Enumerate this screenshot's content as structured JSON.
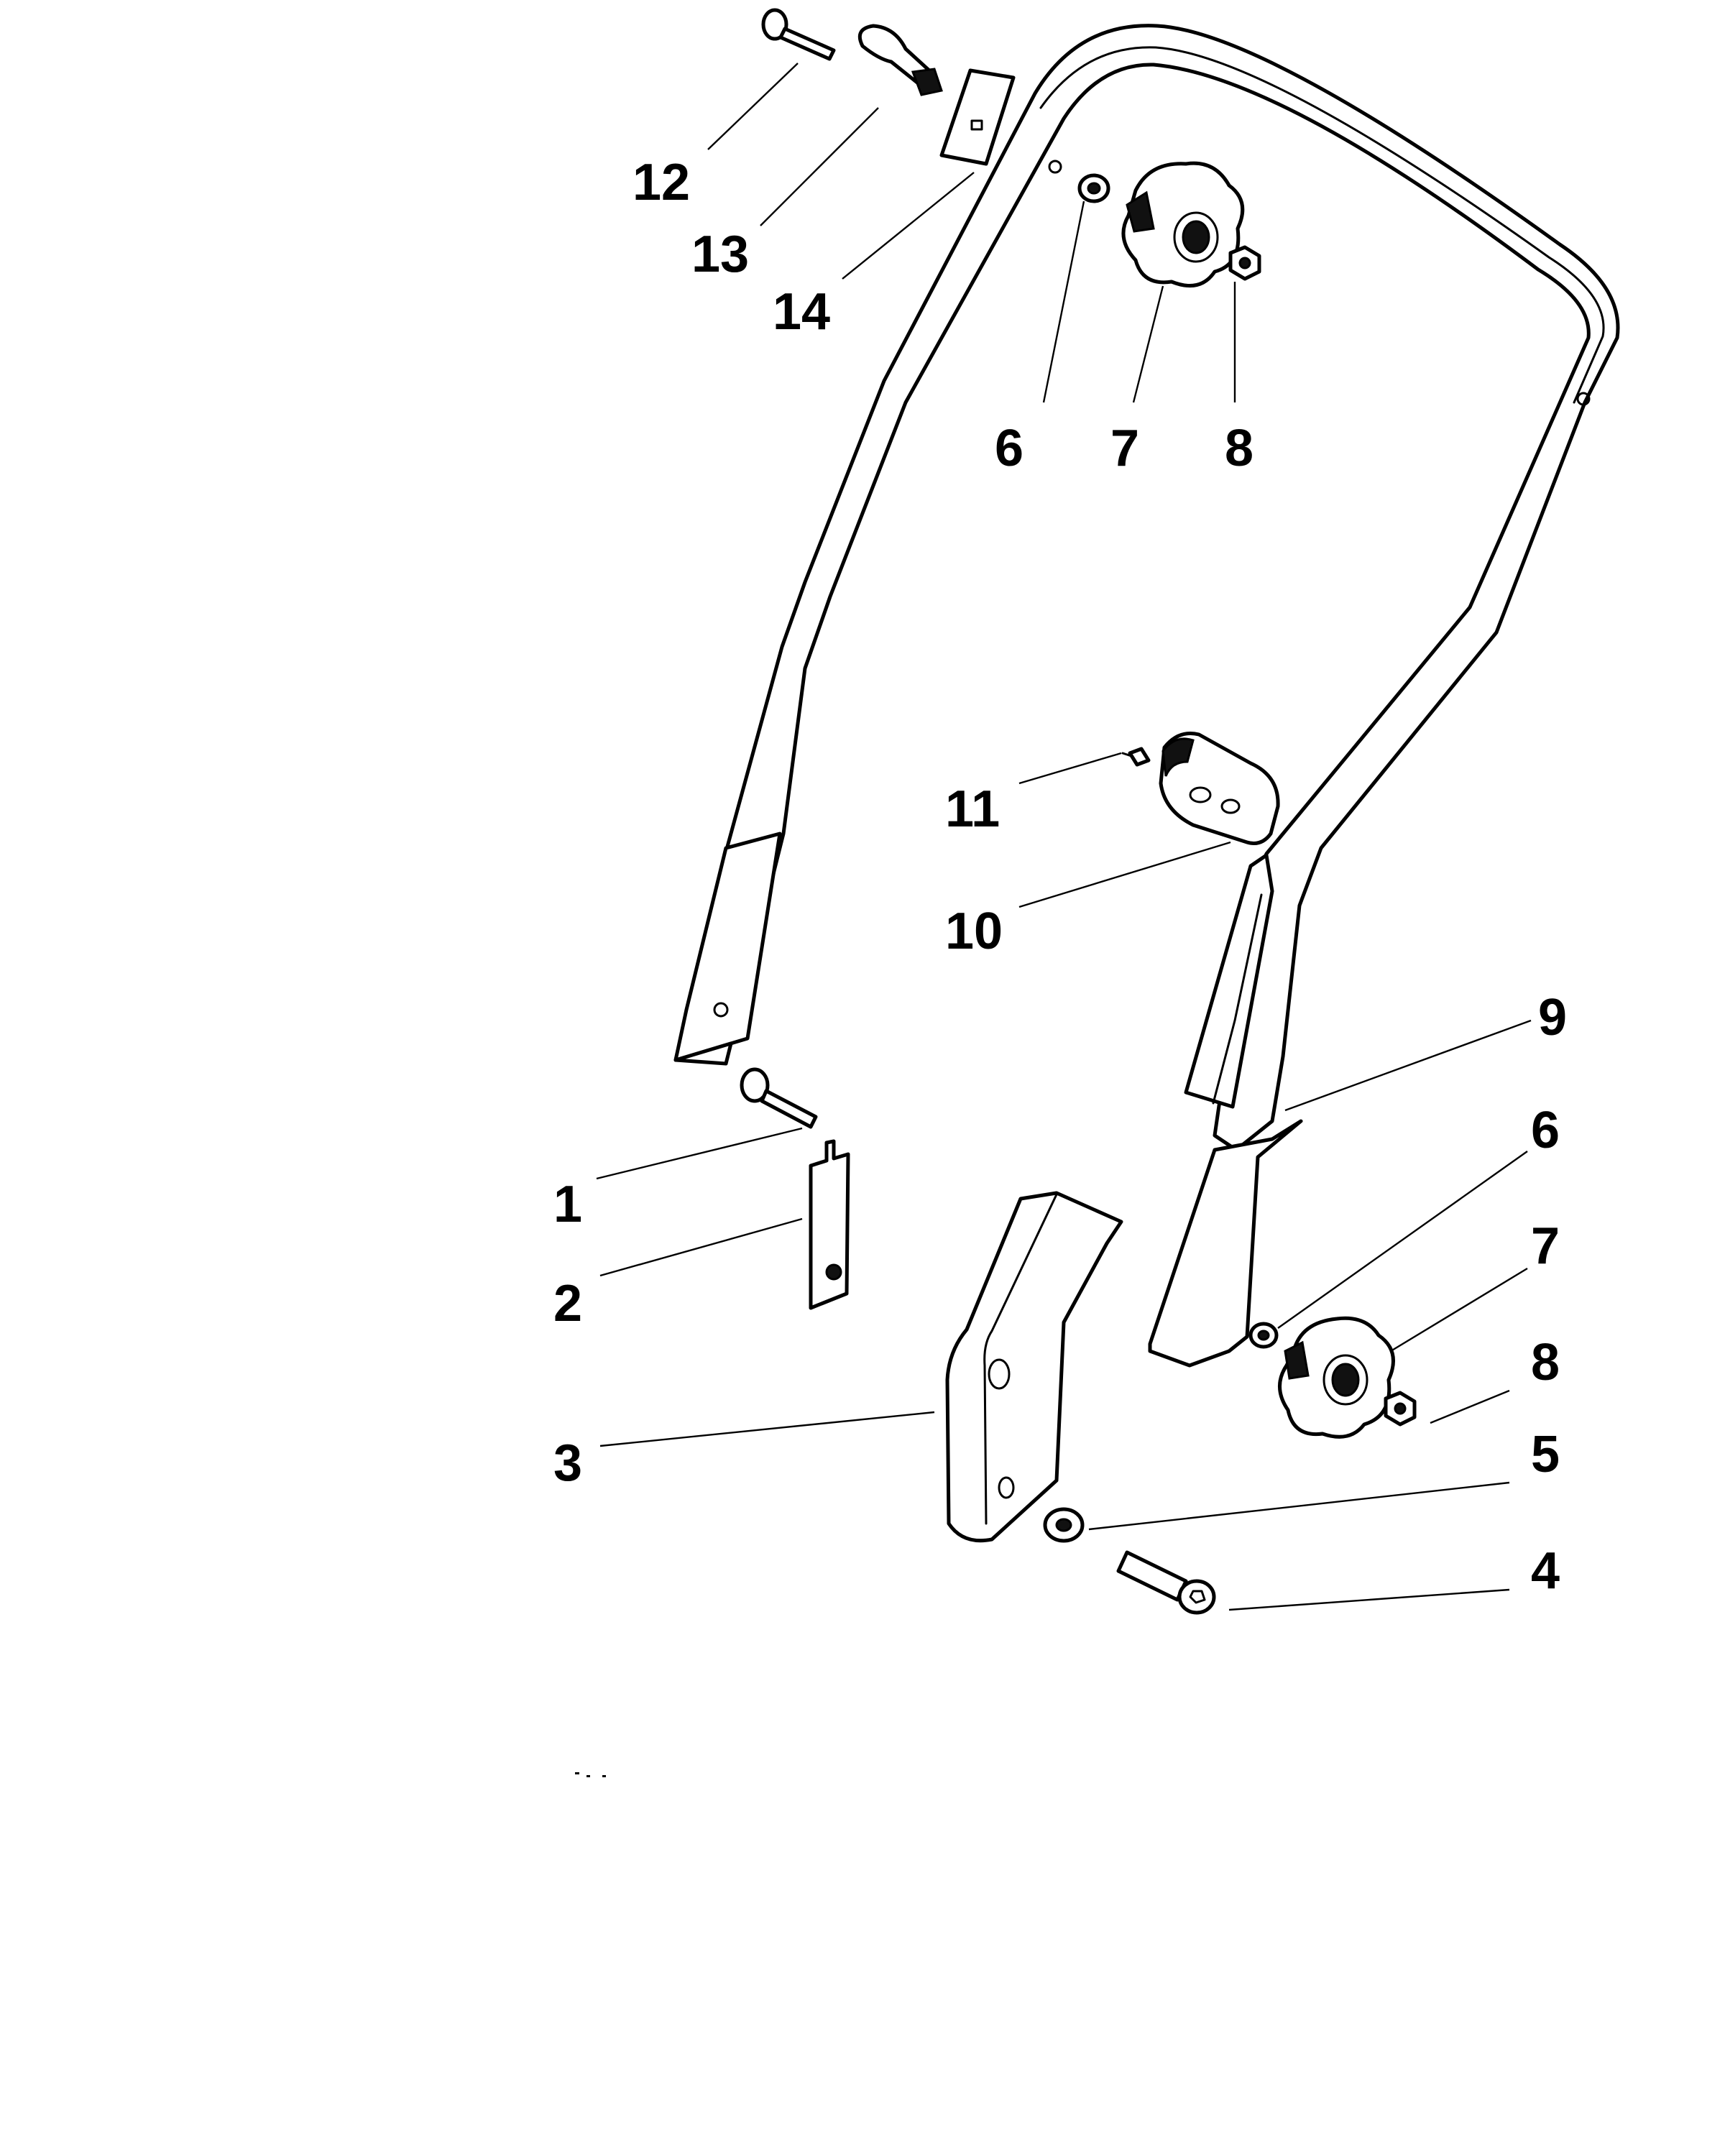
{
  "labels": {
    "p1": "1",
    "p2": "2",
    "p3": "3",
    "p4": "4",
    "p5": "5",
    "p6_top": "6",
    "p7_top": "7",
    "p8_top": "8",
    "p6_bottom": "6",
    "p7_bottom": "7",
    "p8_bottom": "8",
    "p9": "9",
    "p10": "10",
    "p11": "11",
    "p12": "12",
    "p13": "13",
    "p14": "14"
  }
}
